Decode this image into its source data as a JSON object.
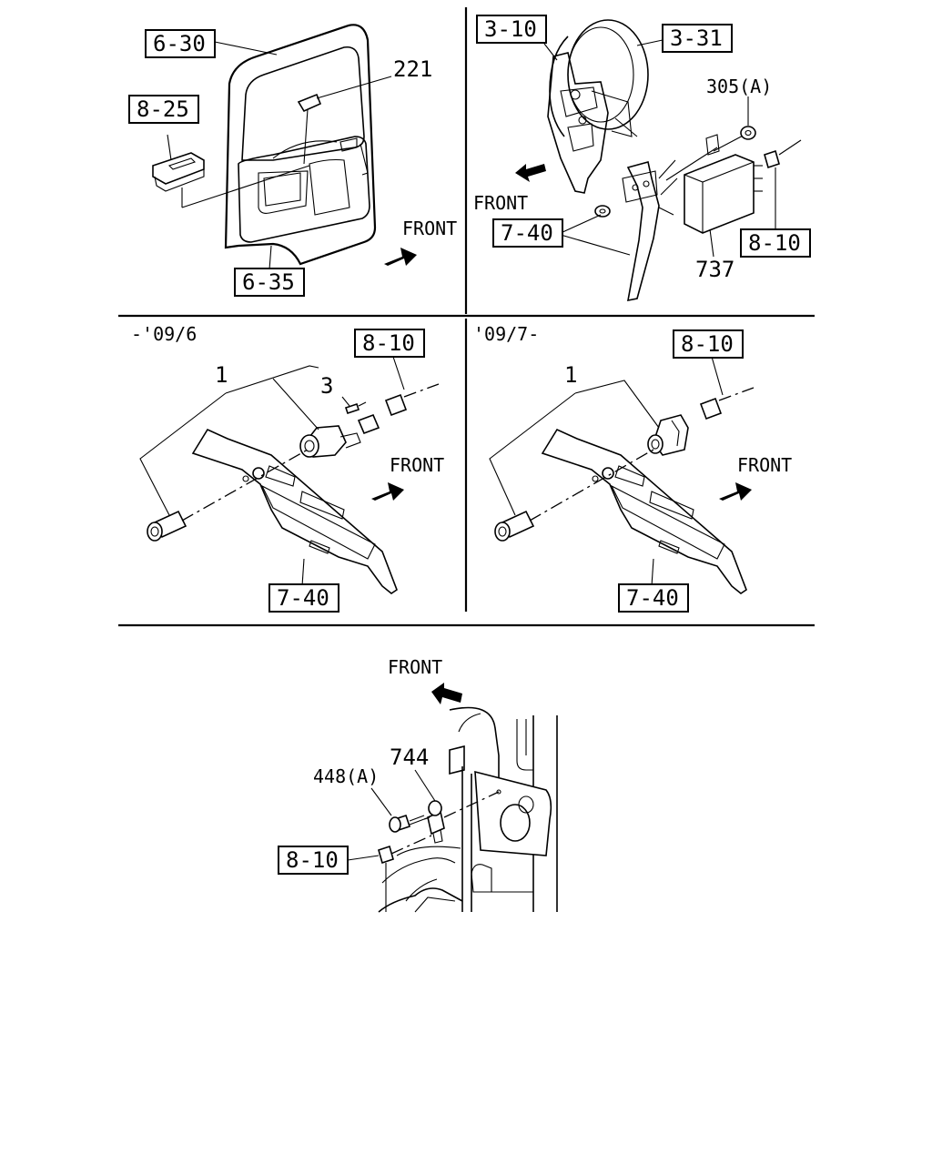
{
  "panels": {
    "door": {
      "ref_door_frame": "6-30",
      "ref_door_trim": "6-35",
      "ref_switch": "8-25",
      "part_switch": "221",
      "front": "FRONT"
    },
    "pedal": {
      "ref_booster": "3-10",
      "ref_booster_unit": "3-31",
      "ref_bracket": "7-40",
      "ref_harness": "8-10",
      "part_nut": "305(A)",
      "part_controller": "737",
      "front": "FRONT"
    },
    "lighter_early": {
      "date_range": "-'09/6",
      "ref_harness": "8-10",
      "ref_panel": "7-40",
      "part_lighter": "1",
      "part_element": "3",
      "front": "FRONT"
    },
    "lighter_late": {
      "date_range": "'09/7-",
      "ref_harness": "8-10",
      "ref_panel": "7-40",
      "part_lighter": "1",
      "front": "FRONT"
    },
    "sensor": {
      "front": "FRONT",
      "part_bolt": "448(A)",
      "part_switch": "744",
      "ref_harness": "8-10"
    }
  }
}
